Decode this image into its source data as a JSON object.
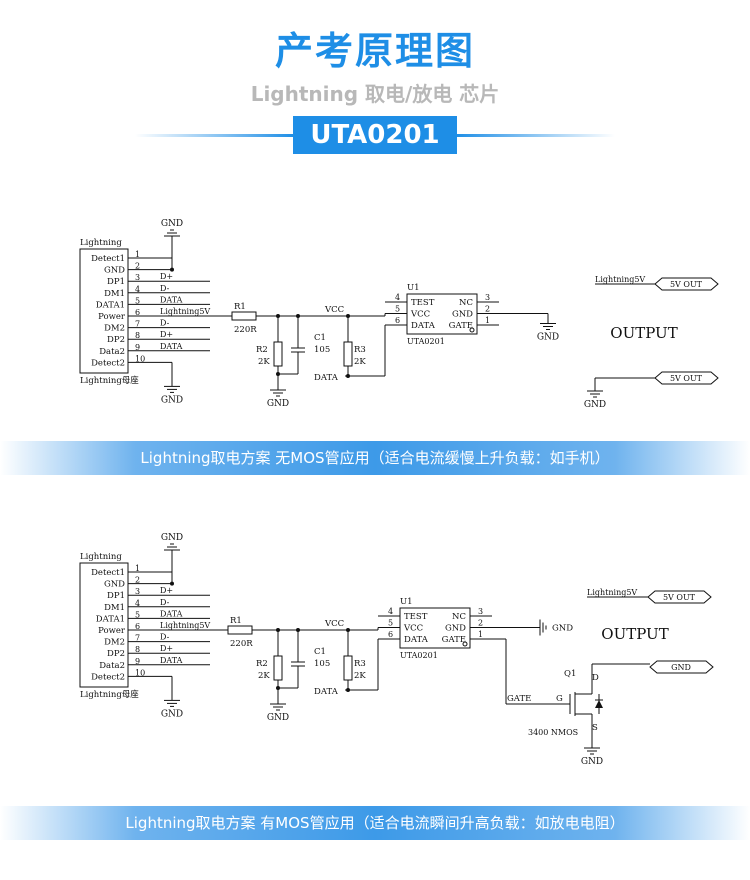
{
  "header": {
    "title": "产考原理图",
    "subtitle": "Lightning 取电/放电 芯片",
    "chip_name": "UTA0201"
  },
  "captions": {
    "top": "Lightning取电方案 无MOS管应用（适合电流缓慢上升负载：如手机）",
    "bottom": "Lightning取电方案 有MOS管应用（适合电流瞬间升高负载：如放电电阻）"
  },
  "connector": {
    "name": "Lightning",
    "footer": "Lightning母座",
    "pins": [
      {
        "num": "1",
        "label": "Detect1",
        "net": ""
      },
      {
        "num": "2",
        "label": "GND",
        "net": ""
      },
      {
        "num": "3",
        "label": "DP1",
        "net": "D+"
      },
      {
        "num": "4",
        "label": "DM1",
        "net": "D-"
      },
      {
        "num": "5",
        "label": "DATA1",
        "net": "DATA"
      },
      {
        "num": "6",
        "label": "Power",
        "net": "Lightning5V"
      },
      {
        "num": "7",
        "label": "DM2",
        "net": "D-"
      },
      {
        "num": "8",
        "label": "DP2",
        "net": "D+"
      },
      {
        "num": "9",
        "label": "Data2",
        "net": "DATA"
      },
      {
        "num": "10",
        "label": "Detect2",
        "net": ""
      }
    ]
  },
  "components": {
    "r1": {
      "ref": "R1",
      "value": "220R"
    },
    "r2": {
      "ref": "R2",
      "value": "2K"
    },
    "r3": {
      "ref": "R3",
      "value": "2K"
    },
    "c1": {
      "ref": "C1",
      "value": "105"
    },
    "u1": {
      "ref": "U1",
      "part": "UTA0201",
      "left_pins": [
        {
          "num": "4",
          "name": "TEST"
        },
        {
          "num": "5",
          "name": "VCC"
        },
        {
          "num": "6",
          "name": "DATA"
        }
      ],
      "right_pins": [
        {
          "num": "3",
          "name": "NC"
        },
        {
          "num": "2",
          "name": "GND"
        },
        {
          "num": "1",
          "name": "GATE"
        }
      ]
    },
    "q1": {
      "ref": "Q1",
      "part": "3400 NMOS",
      "d": "D",
      "g": "G",
      "s": "S"
    }
  },
  "nets": {
    "gnd": "GND",
    "vcc": "VCC",
    "data": "DATA",
    "gate": "GATE",
    "lightning5v": "Lightning5V",
    "out_5v": "5V OUT",
    "out_gnd": "GND",
    "output": "OUTPUT",
    "gnd_dot": "GND"
  },
  "colors": {
    "accent": "#1e8ee6",
    "subtitle": "#b8b8b8",
    "wire": "#111111"
  }
}
